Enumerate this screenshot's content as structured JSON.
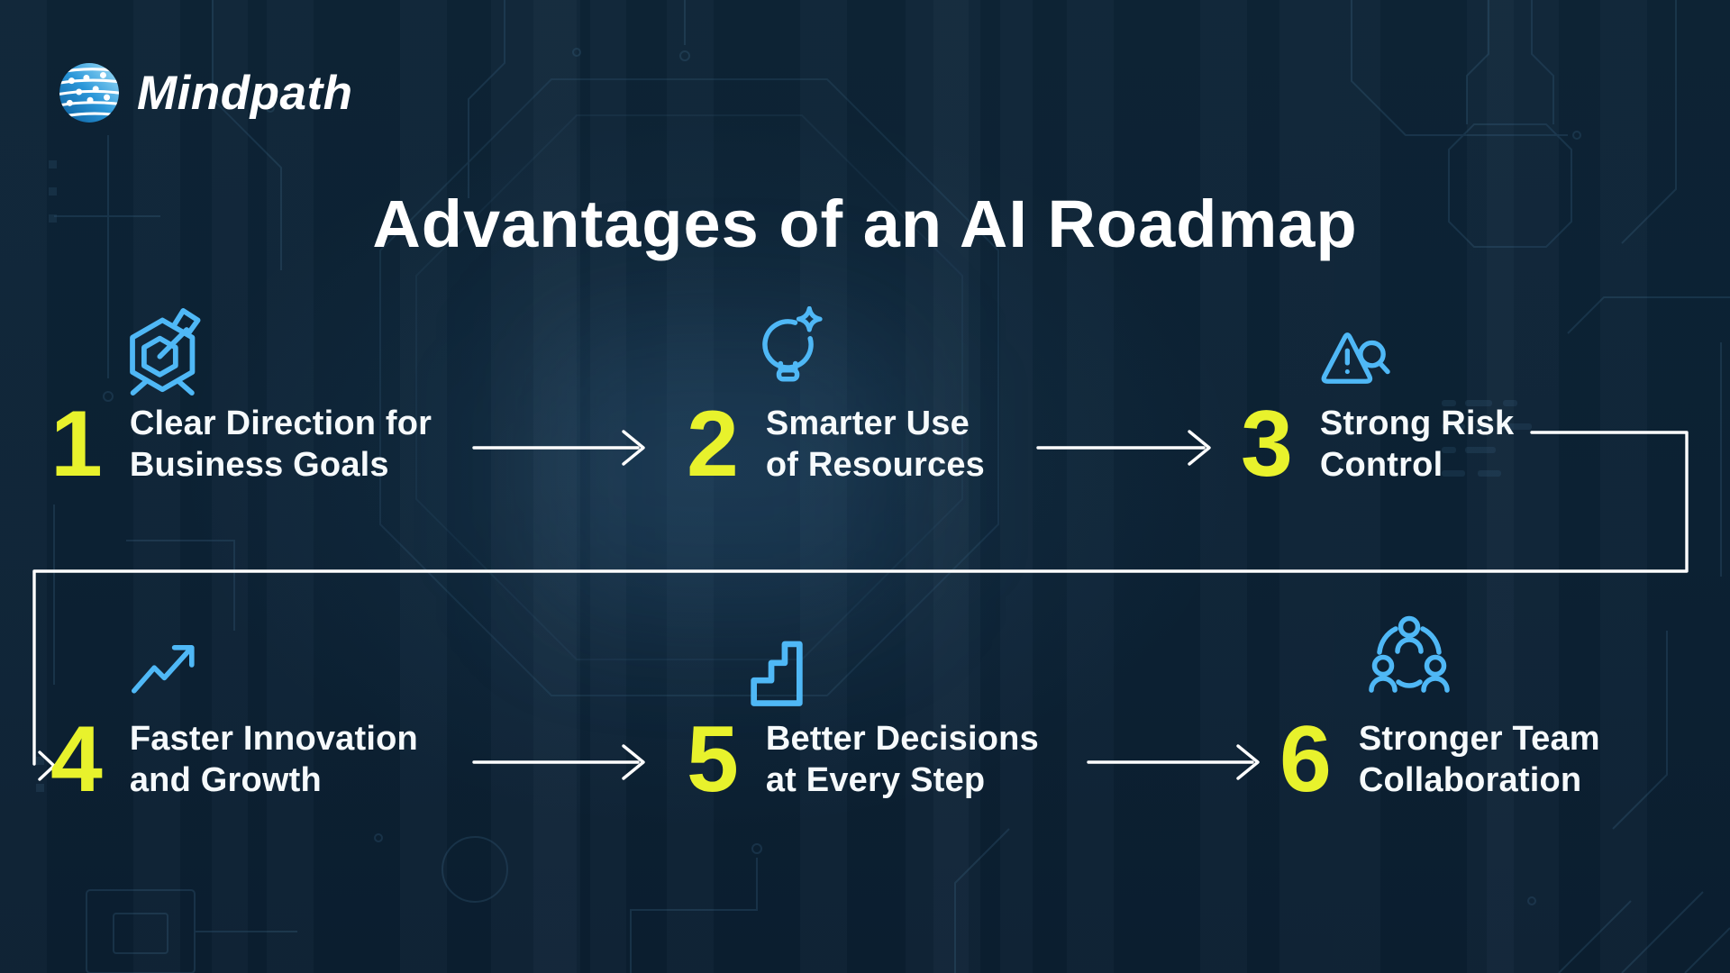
{
  "brand": {
    "name": "Mindpath",
    "logo_icon": "globe-circuit-icon"
  },
  "title": "Advantages of an AI Roadmap",
  "colors": {
    "background": "#0c2133",
    "icon_blue": "#4fb8f6",
    "number_yellow": "#e8f22c",
    "text_white": "#ffffff",
    "connector_white": "#ffffff",
    "circuit_line": "#2c506c"
  },
  "steps": [
    {
      "number": "1",
      "line1": "Clear Direction for",
      "line2": "Business Goals",
      "icon": "hexagon-target-dart-icon"
    },
    {
      "number": "2",
      "line1": "Smarter Use",
      "line2": "of Resources",
      "icon": "lightbulb-sparkle-icon"
    },
    {
      "number": "3",
      "line1": "Strong Risk",
      "line2": "Control",
      "icon": "warning-magnifier-icon"
    },
    {
      "number": "4",
      "line1": "Faster Innovation",
      "line2": "and Growth",
      "icon": "growth-arrow-icon"
    },
    {
      "number": "5",
      "line1": "Better Decisions",
      "line2": "at Every Step",
      "icon": "stairs-icon"
    },
    {
      "number": "6",
      "line1": "Stronger Team",
      "line2": "Collaboration",
      "icon": "team-collaboration-icon"
    }
  ]
}
